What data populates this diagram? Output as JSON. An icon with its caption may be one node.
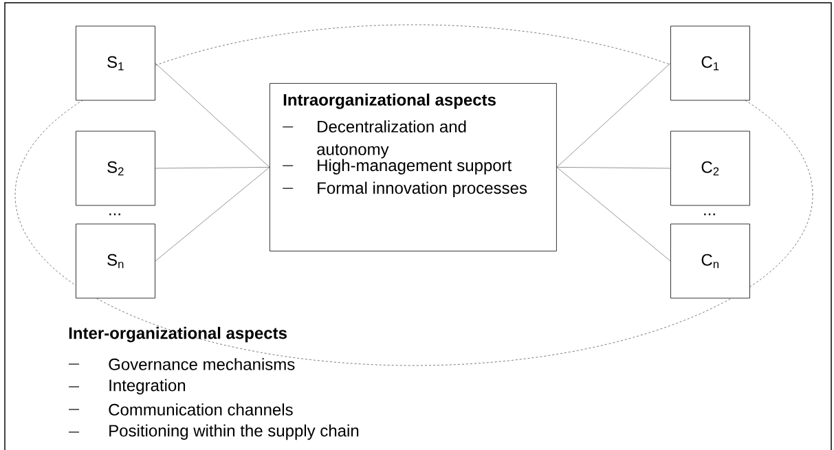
{
  "diagram": {
    "nodes": [
      {
        "text": [
          "S$_{1}$"
        ]
      },
      {
        "text": [
          "S$_{2}$"
        ]
      },
      {
        "text": [
          "S$_{n}$"
        ]
      },
      {
        "text": [
          "Intraorganizational aspects",
          "Decentralization and autonomy",
          "High-management support",
          "Formal innovation processes"
        ]
      },
      {
        "text": [
          "C$_{1}$"
        ]
      },
      {
        "text": [
          "C$_{2}$"
        ]
      },
      {
        "text": [
          "C$_{n}$"
        ]
      }
    ],
    "edges": [
      {
        "from": 0,
        "to": 3,
        "arrow": "none"
      },
      {
        "from": 1,
        "to": 3,
        "arrow": "none"
      },
      {
        "from": 2,
        "to": 3,
        "arrow": "none"
      },
      {
        "from": 3,
        "to": 4,
        "arrow": "none"
      },
      {
        "from": 3,
        "to": 5,
        "arrow": "none"
      },
      {
        "from": 3,
        "to": 6,
        "arrow": "none"
      }
    ],
    "labels": [
      "...",
      "...",
      "Inter-organizational aspects",
      "Governance mechanisms",
      "Integration",
      "Communication channels",
      "Positioning within the supply chain"
    ]
  }
}
